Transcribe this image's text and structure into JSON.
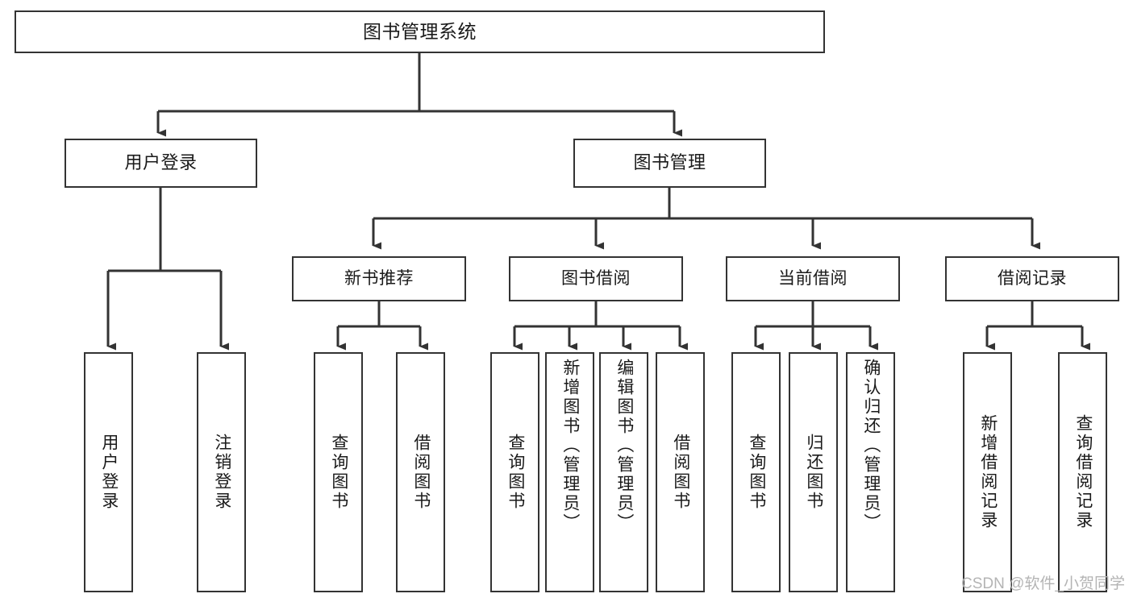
{
  "diagram": {
    "title": "图书管理系统",
    "type": "tree",
    "watermark": "CSDN @软件_小贺同学",
    "colors": {
      "stroke": "#333333",
      "box_fill": "#ffffff",
      "text": "#1a1a1a",
      "watermark": "#b4b4b4",
      "background": "#ffffff"
    },
    "root": {
      "label": "图书管理系统"
    },
    "level1": [
      {
        "label": "用户登录"
      },
      {
        "label": "图书管理"
      }
    ],
    "level2": [
      {
        "label": "新书推荐"
      },
      {
        "label": "图书借阅"
      },
      {
        "label": "当前借阅"
      },
      {
        "label": "借阅记录"
      }
    ],
    "leaves": {
      "user_login": [
        {
          "label": "用户登录"
        },
        {
          "label": "注销登录"
        }
      ],
      "new_book_recommend": [
        {
          "label": "查询图书"
        },
        {
          "label": "借阅图书"
        }
      ],
      "book_borrow": [
        {
          "label": "查询图书"
        },
        {
          "label": "新增图书（管理员）"
        },
        {
          "label": "编辑图书（管理员）"
        },
        {
          "label": "借阅图书"
        }
      ],
      "current_borrow": [
        {
          "label": "查询图书"
        },
        {
          "label": "归还图书"
        },
        {
          "label": "确认归还（管理员）"
        }
      ],
      "borrow_record": [
        {
          "label": "新增借阅记录"
        },
        {
          "label": "查询借阅记录"
        }
      ]
    }
  }
}
